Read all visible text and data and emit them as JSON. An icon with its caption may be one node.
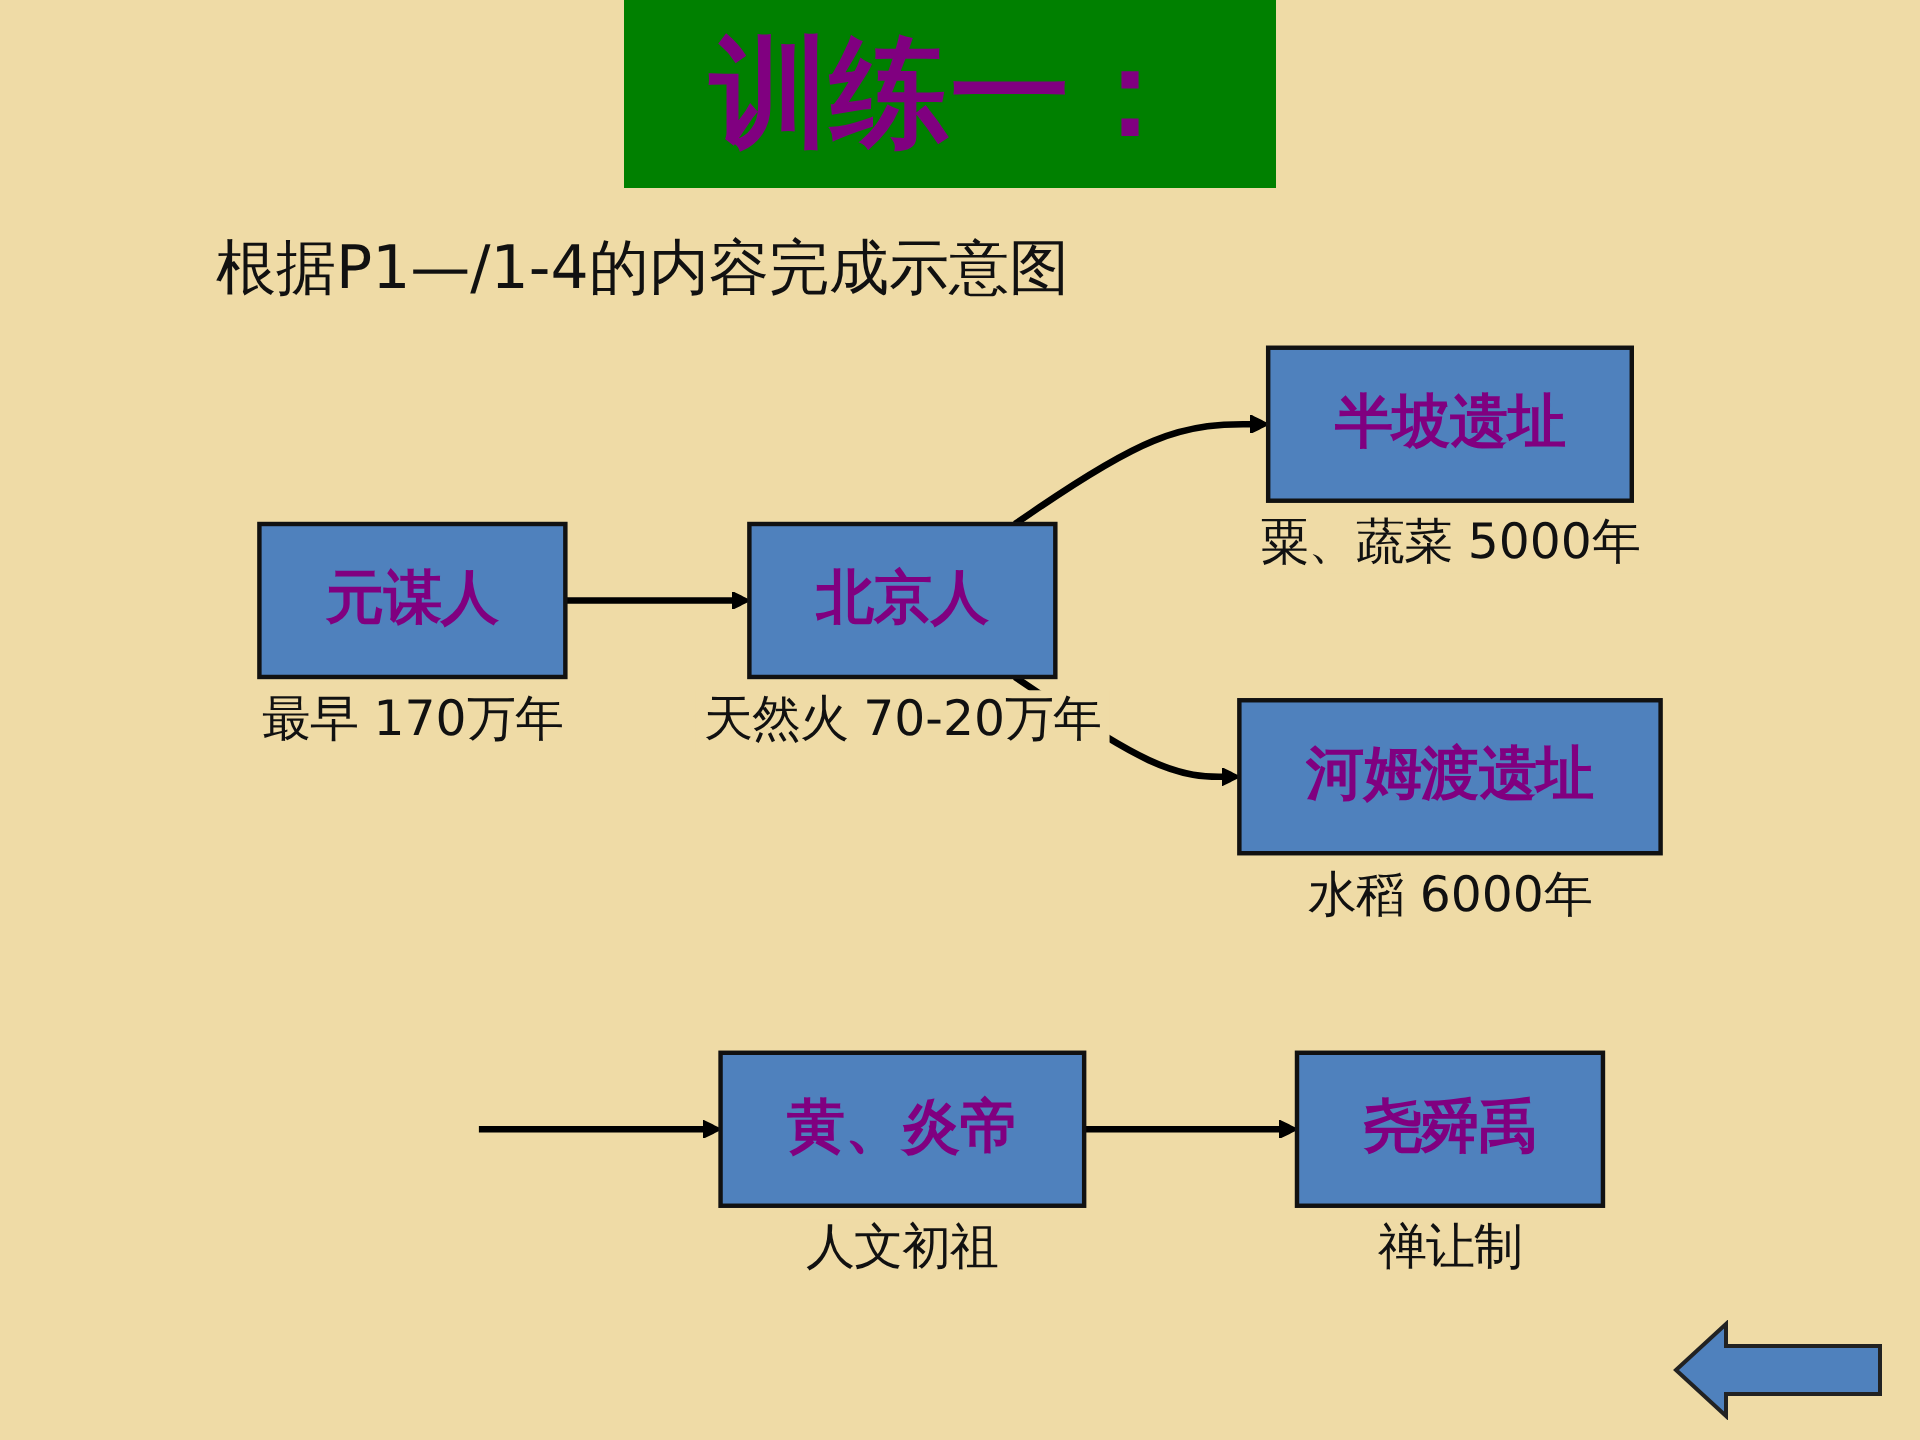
{
  "diagram": {
    "title": "训练一：",
    "caption": "根据P1—/1-4的内容完成示意图",
    "nodes": [
      {
        "text": [
          "元谋人"
        ],
        "beside": [
          "最早 170万年"
        ]
      },
      {
        "text": [
          "北京人"
        ],
        "beside": [
          "天然火 70-20万年"
        ]
      },
      {
        "text": [
          "半坡遗址"
        ],
        "beside": [
          "粟、蔬菜 5000年"
        ]
      },
      {
        "text": [
          "河姆渡遗址"
        ],
        "beside": [
          "水稻 6000年"
        ]
      },
      {
        "text": [
          "黄、炎帝"
        ],
        "beside": [
          "人文初祖"
        ]
      },
      {
        "text": [
          "尧舜禹"
        ],
        "beside": [
          "禅让制"
        ]
      }
    ],
    "edges": [
      {
        "from": 0,
        "to": 1,
        "arrow": "to"
      },
      {
        "from": 1,
        "to": 2,
        "arrow": "to"
      },
      {
        "from": 1,
        "to": 3,
        "arrow": "to"
      },
      {
        "from": null,
        "to": 4,
        "arrow": "to"
      },
      {
        "from": 4,
        "to": 5,
        "arrow": "to"
      }
    ]
  }
}
